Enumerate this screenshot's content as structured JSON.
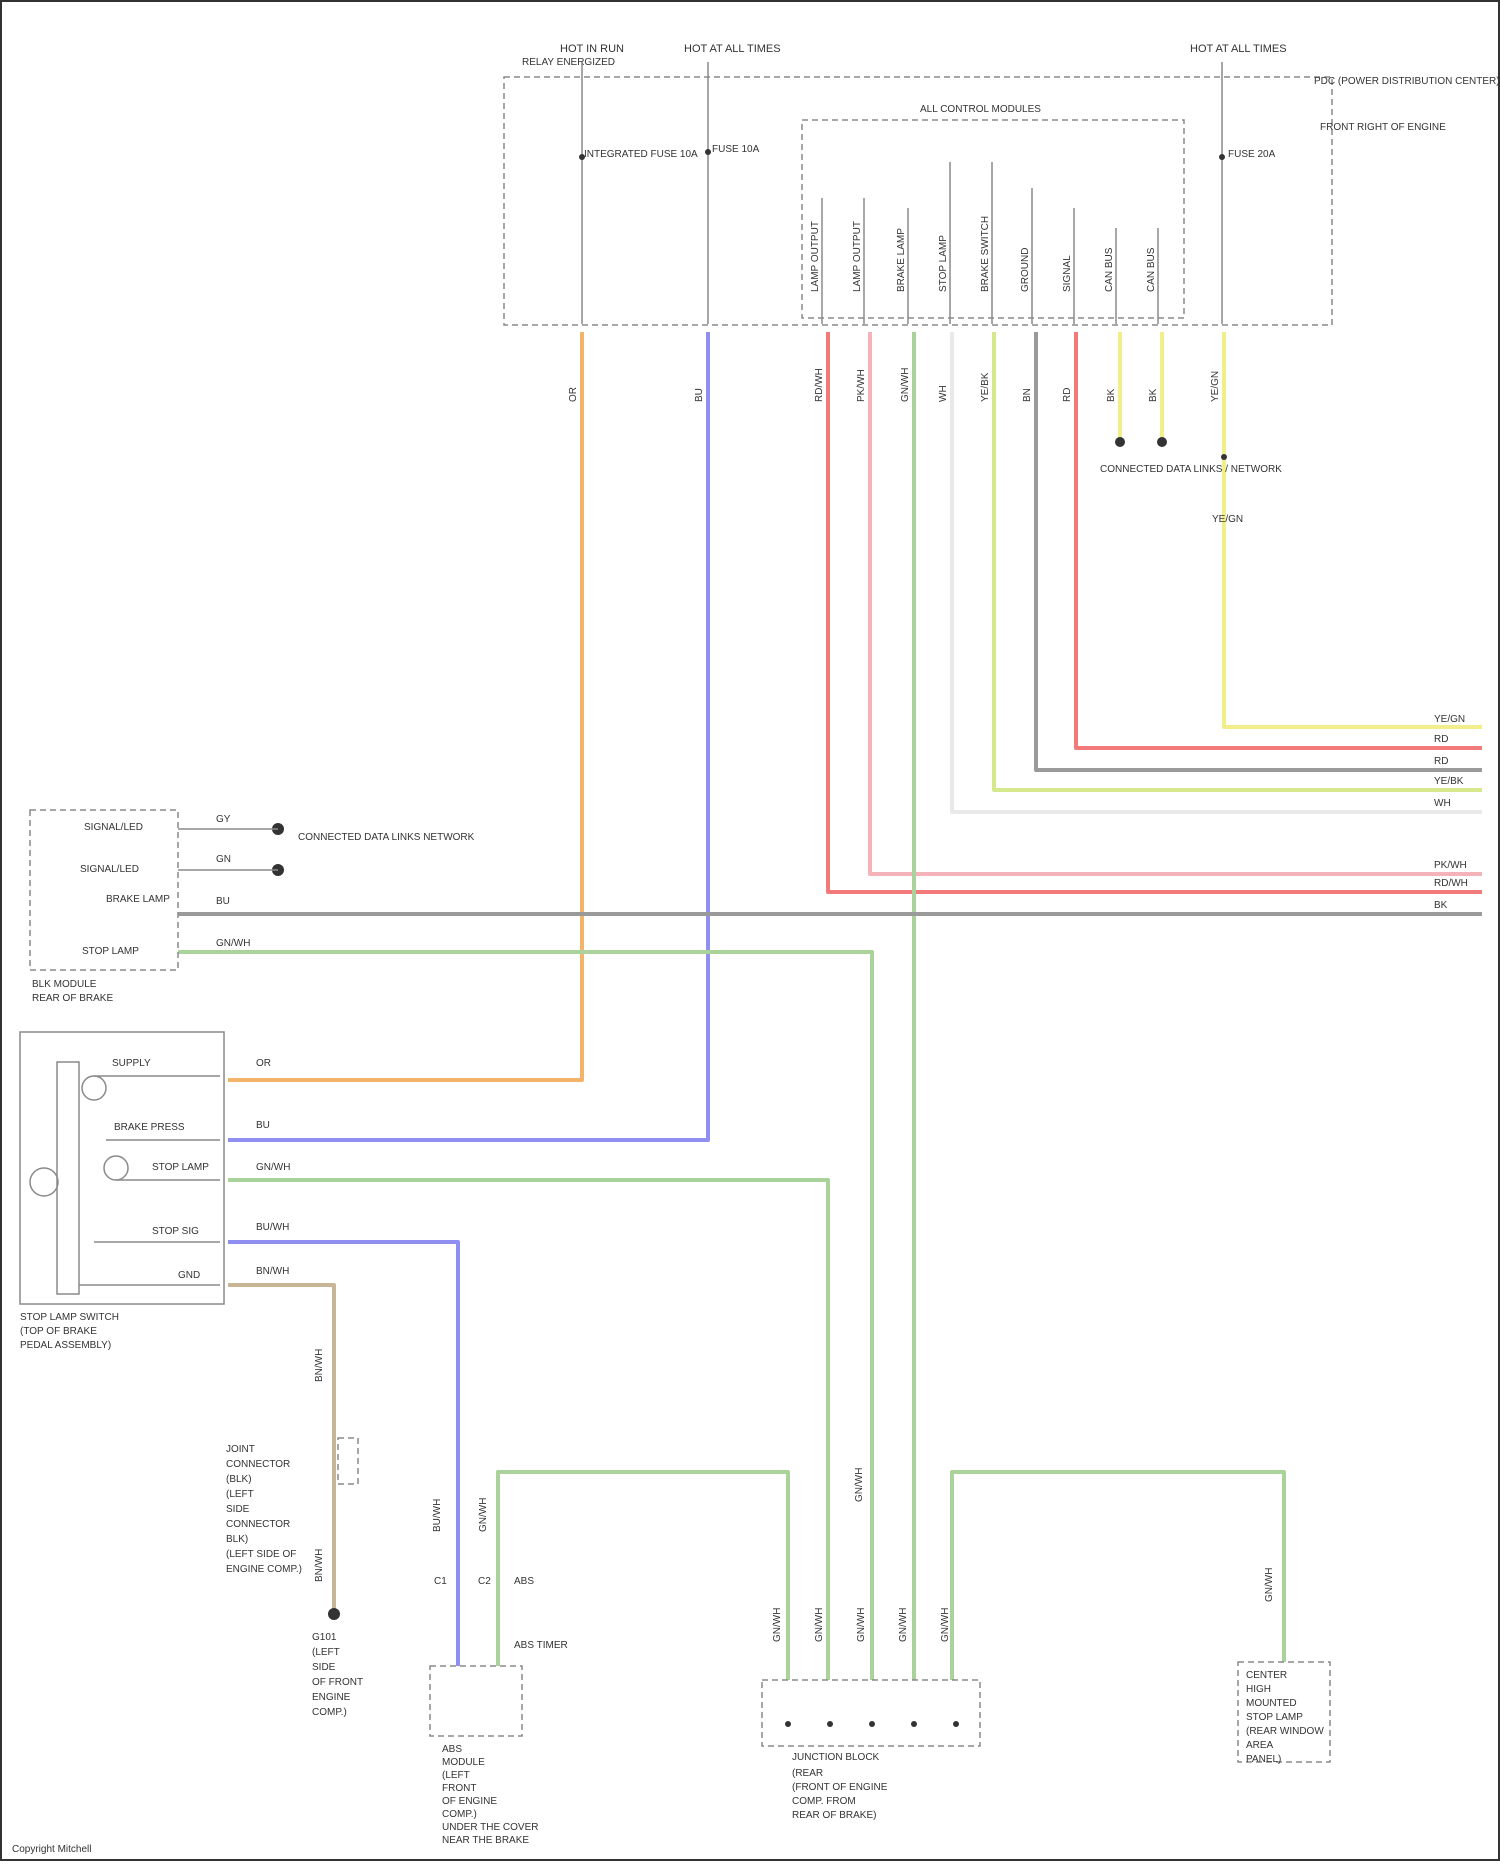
{
  "colors": {
    "orange": "#f4b36a",
    "blue": "#8f8ff2",
    "green": "#a9d39a",
    "red": "#f27a7a",
    "pink": "#f4b3b8",
    "yellow": "#f2ef8a",
    "yellowgreen": "#d6e88c",
    "brown": "#c8b596",
    "gray": "#9a9a9a",
    "white": "#e9e9e9"
  },
  "power": {
    "hot_run": "HOT IN RUN",
    "relay": "RELAY ENERGIZED",
    "hot_at_all_times_1": "HOT AT ALL TIMES",
    "hot_at_all_times_2": "HOT AT ALL TIMES"
  },
  "fuse_block": {
    "title": "PDC (POWER DISTRIBUTION CENTER)",
    "sub": "FRONT RIGHT OF ENGINE"
  },
  "fuses": [
    {
      "label": "INTEGRATED FUSE 10A"
    },
    {
      "label": "FUSE 10A"
    },
    {
      "label": "FUSE 20A"
    }
  ],
  "control_module": {
    "title": "ALL CONTROL MODULES",
    "pins": [
      "LAMP OUTPUT",
      "LAMP OUTPUT",
      "BRAKE LAMP",
      "STOP LAMP",
      "BRAKE SWITCH",
      "GROUND",
      "SIGNAL",
      "CAN BUS",
      "CAN BUS"
    ]
  },
  "wire_labels": {
    "top": [
      "OR",
      "BU",
      "RD/WH",
      "PK/WH",
      "GN/WH",
      "WH",
      "YE/BK",
      "BN",
      "RD",
      "BK",
      "BK",
      "YE/GN"
    ],
    "right": [
      "YE/GN",
      "RD",
      "RD",
      "YE/BK",
      "WH",
      "PK/WH",
      "RD/WH",
      "BK"
    ],
    "ground_ref": "CONNECTED DATA LINKS / NETWORK",
    "ground_ref_2": "YE/GN"
  },
  "blk_module": {
    "title": "BLK MODULE",
    "sub": "REAR OF BRAKE",
    "pins": [
      "SIGNAL/LED",
      "SIGNAL/LED",
      "BRAKE LAMP",
      "STOP LAMP"
    ],
    "wires": [
      "GY",
      "GN",
      "BU",
      "GN/WH"
    ],
    "ref": "CONNECTED DATA LINKS NETWORK"
  },
  "stop_switch": {
    "title": "STOP LAMP SWITCH",
    "sub1": "(TOP OF BRAKE",
    "sub2": "PEDAL ASSEMBLY)",
    "pins": [
      "SUPPLY",
      "BRAKE PRESS",
      "STOP LAMP",
      "STOP SIG",
      "GND"
    ],
    "wires": [
      "OR",
      "BU",
      "GN/WH",
      "BU/WH",
      "BN/WH"
    ]
  },
  "ground_chain": {
    "wire_top": "BN/WH",
    "connector": [
      "JOINT",
      "CONNECTOR",
      "(BLK)",
      "(LEFT",
      "SIDE",
      "CONNECTOR",
      "BLK)",
      "(LEFT SIDE OF",
      "ENGINE COMP.)"
    ],
    "wire_bottom": "BN/WH",
    "ground": [
      "G101",
      "(LEFT",
      "SIDE",
      "OF FRONT",
      "ENGINE",
      "COMP.)"
    ]
  },
  "abs_module": {
    "wires": [
      "BU/WH",
      "GN/WH"
    ],
    "pins": [
      "C1",
      "C2"
    ],
    "notes": [
      "ABS",
      "ABS TIMER"
    ],
    "title": [
      "ABS",
      "MODULE",
      "(LEFT",
      "FRONT",
      "OF ENGINE",
      "COMP.)",
      "UNDER THE COVER",
      "NEAR THE BRAKE"
    ]
  },
  "junction_block": {
    "title": "JUNCTION BLOCK",
    "lines": [
      "(REAR",
      "(FRONT OF ENGINE",
      "COMP. FROM",
      "REAR OF BRAKE)"
    ],
    "wires": [
      "GN/WH",
      "GN/WH",
      "GN/WH",
      "GN/WH",
      "GN/WH",
      "GN/WH"
    ]
  },
  "chmsl": {
    "wire": "GN/WH",
    "title": [
      "CENTER",
      "HIGH",
      "MOUNTED",
      "STOP LAMP",
      "(REAR WINDOW",
      "AREA",
      "PANEL)"
    ]
  },
  "footer": "Copyright Mitchell"
}
